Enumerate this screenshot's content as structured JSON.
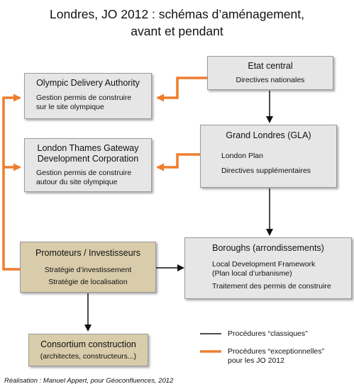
{
  "title": {
    "line1": "Londres, JO 2012 : schémas d’aménagement,",
    "line2": "avant et pendant"
  },
  "colors": {
    "box_grey": "#e6e6e6",
    "box_tan": "#d9ccaa",
    "orange_arrow": "#ee7d2f",
    "black_arrow": "#111111"
  },
  "boxes": {
    "etat_central": {
      "title": "Etat central",
      "lines": [
        "Directives nationales"
      ]
    },
    "oda": {
      "title": "Olympic Delivery Authority",
      "lines": [
        "Gestion permis de construire",
        "sur le site olympique"
      ]
    },
    "ltgdc": {
      "title_lines": [
        "London Thames Gateway",
        "Development Corporation"
      ],
      "lines": [
        "Gestion permis de construire",
        "autour du site olympique"
      ]
    },
    "gla": {
      "title": "Grand Londres (GLA)",
      "lines": [
        "London Plan",
        "Directives supplémentaires"
      ]
    },
    "boroughs": {
      "title": "Boroughs (arrondissements)",
      "lines": [
        "Local Development Framework",
        "(Plan local d’urbanisme)",
        "Traitement des permis de construire"
      ]
    },
    "promoteurs": {
      "title": "Promoteurs / Investisseurs",
      "lines": [
        "Stratégie d’investissement",
        "Stratégie de localisation"
      ]
    },
    "consortium": {
      "title": "Consortium construction",
      "lines": [
        "(architectes, constructeurs...)"
      ]
    }
  },
  "legend": {
    "classic": "Procédures “classiques”",
    "exceptional_lines": [
      "Procédures “exceptionnelles”",
      "pour les JO 2012"
    ]
  },
  "credit": "Réalisation : Manuel Appert, pour Géoconfluences, 2012"
}
